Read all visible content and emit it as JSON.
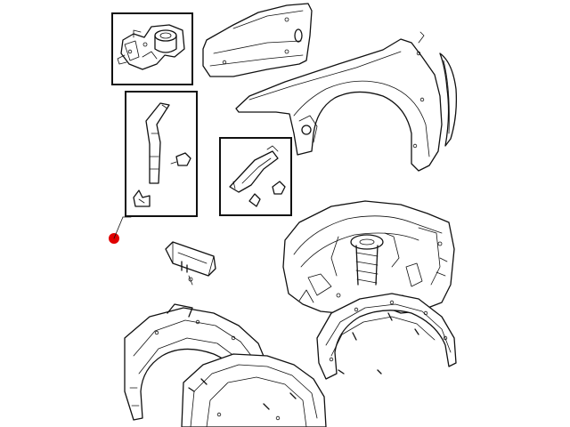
{
  "diagram": {
    "callout_marker_color": "#e00000",
    "line_color": "#111111",
    "background": "#ffffff",
    "parts": [
      {
        "name": "apron-bracket-detail",
        "kind": "inset"
      },
      {
        "name": "front-fender",
        "kind": "part"
      },
      {
        "name": "fender-seal-detail",
        "kind": "inset"
      },
      {
        "name": "fender-brace-detail",
        "kind": "inset"
      },
      {
        "name": "fender-support-bracket",
        "kind": "part"
      },
      {
        "name": "front-suspension-assembly",
        "kind": "part"
      },
      {
        "name": "wheelhouse-liner-front",
        "kind": "part"
      },
      {
        "name": "wheelhouse-liner-rear",
        "kind": "part"
      }
    ]
  }
}
